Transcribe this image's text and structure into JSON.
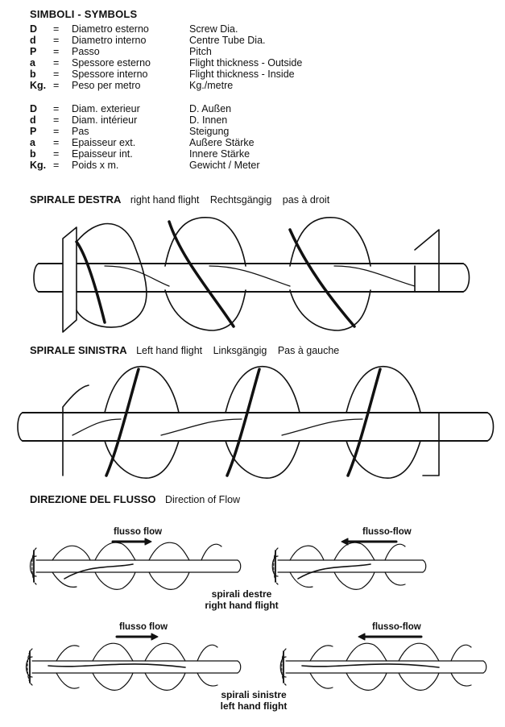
{
  "title": "SIMBOLI - SYMBOLS",
  "symbols_group1": [
    {
      "sym": "D",
      "eq": "=",
      "it": "Diametro esterno",
      "en": "Screw Dia."
    },
    {
      "sym": "d",
      "eq": "=",
      "it": "Diametro interno",
      "en": "Centre Tube Dia."
    },
    {
      "sym": "P",
      "eq": "=",
      "it": "Passo",
      "en": "Pitch"
    },
    {
      "sym": "a",
      "eq": "=",
      "it": "Spessore esterno",
      "en": "Flight thickness - Outside"
    },
    {
      "sym": "b",
      "eq": "=",
      "it": "Spessore interno",
      "en": "Flight thickness - Inside"
    },
    {
      "sym": "Kg.",
      "eq": "=",
      "it": "Peso per metro",
      "en": "Kg./metre"
    }
  ],
  "symbols_group2": [
    {
      "sym": "D",
      "eq": "=",
      "fr": "Diam. exterieur",
      "de": "D. Außen"
    },
    {
      "sym": "d",
      "eq": "=",
      "fr": "Diam. intérieur",
      "de": "D. Innen"
    },
    {
      "sym": "P",
      "eq": "=",
      "fr": "Pas",
      "de": "Steigung"
    },
    {
      "sym": "a",
      "eq": "=",
      "fr": "Epaisseur ext.",
      "de": "Außere Stärke"
    },
    {
      "sym": "b",
      "eq": "=",
      "fr": "Epaisseur int.",
      "de": "Innere Stärke"
    },
    {
      "sym": "Kg.",
      "eq": "=",
      "fr": "Poids x m.",
      "de": "Gewicht / Meter"
    }
  ],
  "right_hand": {
    "heading": "SPIRALE DESTRA",
    "translations": [
      "right hand flight",
      "Rechtsgängig",
      "pas à droit"
    ]
  },
  "left_hand": {
    "heading": "SPIRALE SINISTRA",
    "translations": [
      "Left hand flight",
      "Linksgängig",
      "Pas à gauche"
    ]
  },
  "flow": {
    "heading": "DIREZIONE DEL FLUSSO",
    "translation": "Direction of Flow",
    "label_a": "flusso flow",
    "label_b": "flusso-flow",
    "caption_right_line1": "spirali destre",
    "caption_right_line2": "right hand flight",
    "caption_left_line1": "spirali sinistre",
    "caption_left_line2": "left hand flight"
  }
}
